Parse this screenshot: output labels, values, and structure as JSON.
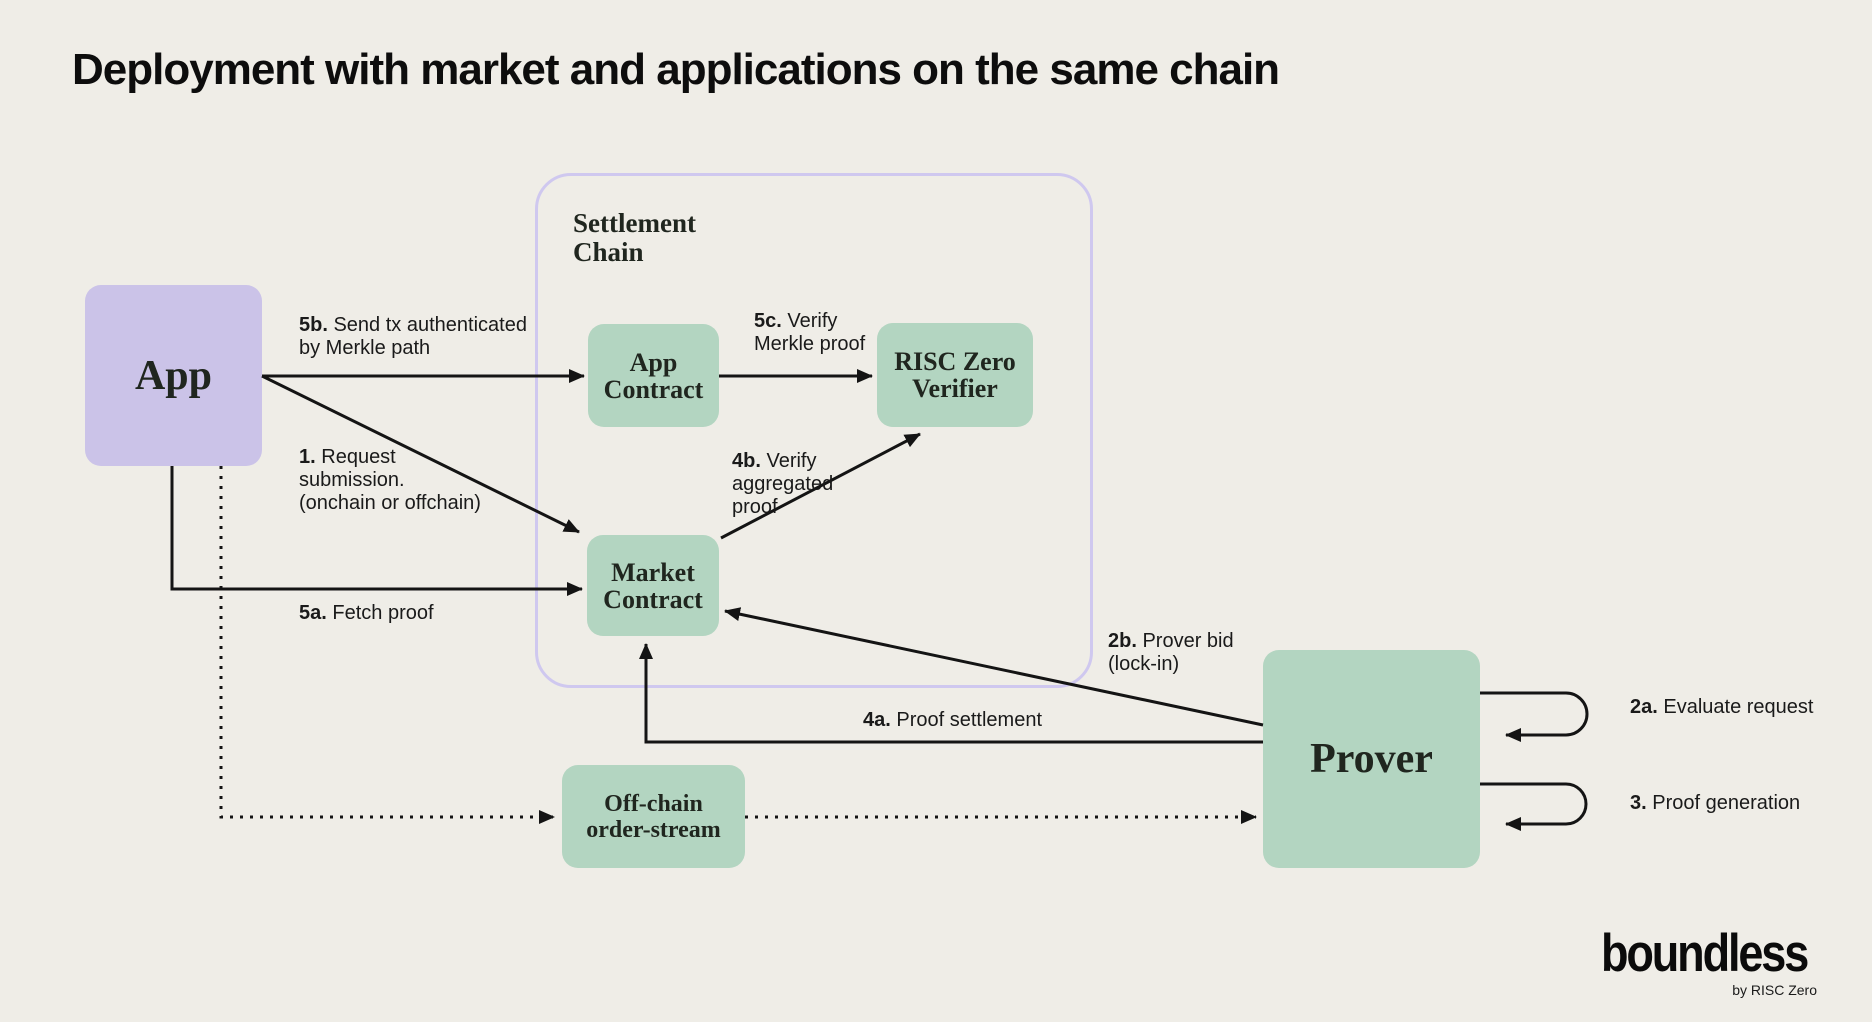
{
  "title": "Deployment with market and applications on the same chain",
  "palette": {
    "background": "#EFEDE7",
    "app_box": "#CBC3E8",
    "green_box": "#B3D5C1",
    "container_border": "#CFC8EF",
    "line": "#141414",
    "label_text": "#1A1A1A",
    "node_text": "#20261F"
  },
  "nodes": {
    "app": {
      "label": [
        "App"
      ]
    },
    "settlement_chain": {
      "label": [
        "Settlement",
        "Chain"
      ]
    },
    "app_contract": {
      "label": [
        "App",
        "Contract"
      ]
    },
    "risc_zero_verifier": {
      "label": [
        "RISC Zero",
        "Verifier"
      ]
    },
    "market_contract": {
      "label": [
        "Market",
        "Contract"
      ]
    },
    "off_chain_order_stream": {
      "label": [
        "Off-chain",
        "order-stream"
      ]
    },
    "prover": {
      "label": [
        "Prover"
      ]
    }
  },
  "edges": {
    "step_5b": {
      "num": "5b.",
      "lines": [
        "Send tx authenticated",
        "by Merkle path"
      ]
    },
    "step_1": {
      "num": "1.",
      "lines": [
        "Request",
        "submission.",
        "(onchain or offchain)"
      ]
    },
    "step_5a": {
      "num": "5a.",
      "lines": [
        "Fetch proof"
      ]
    },
    "step_5c": {
      "num": "5c.",
      "lines": [
        "Verify",
        "Merkle proof"
      ]
    },
    "step_4b": {
      "num": "4b.",
      "lines": [
        "Verify",
        "aggregated",
        "proof"
      ]
    },
    "step_2b": {
      "num": "2b.",
      "lines": [
        "Prover bid",
        "(lock-in)"
      ]
    },
    "step_4a": {
      "num": "4a.",
      "lines": [
        "Proof settlement"
      ]
    },
    "step_2a": {
      "num": "2a.",
      "lines": [
        "Evaluate request"
      ]
    },
    "step_3": {
      "num": "3.",
      "lines": [
        "Proof generation"
      ]
    }
  },
  "logo": {
    "wordmark": "boundless",
    "byline": "by RISC Zero"
  }
}
